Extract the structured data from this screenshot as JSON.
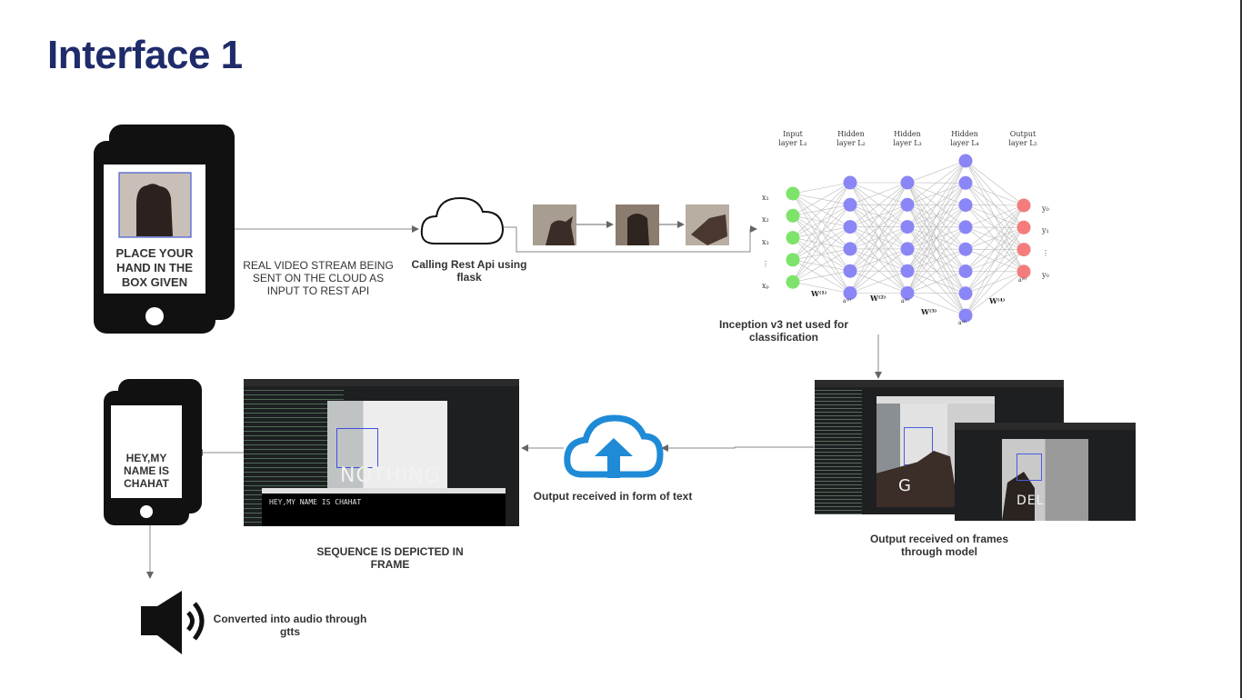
{
  "slide": {
    "title": "Interface 1"
  },
  "phone_input": {
    "instruction": "PLACE YOUR HAND IN THE BOX GIVEN"
  },
  "stream_caption": "REAL VIDEO STREAM BEING SENT ON THE CLOUD AS INPUT TO REST API",
  "rest_api_caption": "Calling Rest Api using flask",
  "network": {
    "caption": "Inception v3 net used for classification",
    "layers": [
      "Input layer L₁",
      "Hidden layer L₂",
      "Hidden layer L₃",
      "Hidden layer L₄",
      "Output layer L₅"
    ],
    "inputs": [
      "x₁",
      "x₂",
      "x₃",
      "⋮",
      "xₚ"
    ],
    "outputs": [
      "y₀",
      "y₁",
      "⋮",
      "y₀"
    ],
    "weights": [
      "W⁽¹⁾",
      "W⁽²⁾",
      "W⁽³⁾",
      "W⁽⁴⁾"
    ],
    "activations": [
      "a⁽²⁾",
      "a⁽³⁾",
      "a⁽⁴⁾",
      "a⁽⁵⁾"
    ],
    "node_counts": [
      5,
      6,
      6,
      8,
      4
    ],
    "colors": {
      "input": "#7ee36b",
      "hidden": "#8a86f5",
      "output": "#f47c7c"
    }
  },
  "frames_caption": "Output received on frames through model",
  "frames_screen": {
    "letter": "G",
    "letter2": "DEL"
  },
  "upload_caption": "Output received in form of text",
  "sequence_screen": {
    "predicted": "NOTHING",
    "sentence": "HEY,MY NAME IS CHAHAT"
  },
  "sequence_caption": "SEQUENCE IS DEPICTED IN FRAME",
  "phone_output": {
    "text": "HEY,MY NAME IS CHAHAT"
  },
  "audio_caption": "Converted into audio through gtts",
  "colors": {
    "title": "#1f2b6a",
    "cloud_blue": "#1f8ad6"
  }
}
